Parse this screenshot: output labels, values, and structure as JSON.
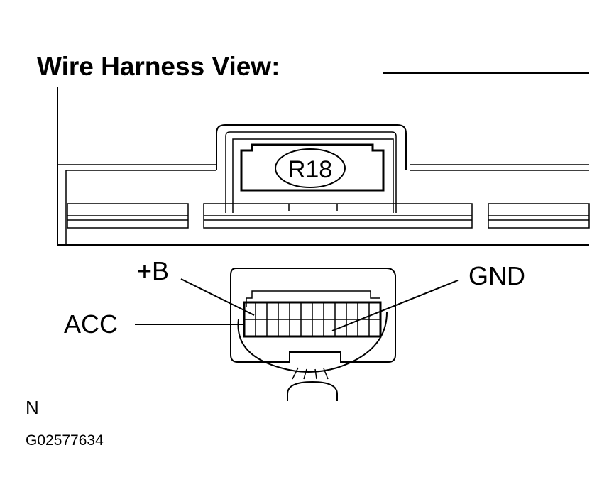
{
  "title": "Wire Harness View:",
  "connector_id": "R18",
  "terminals": {
    "plus_b": "+B",
    "acc": "ACC",
    "gnd": "GND"
  },
  "footer": {
    "letter": "N",
    "code": "G02577634"
  },
  "colors": {
    "ink": "#000000",
    "paper": "#ffffff"
  }
}
